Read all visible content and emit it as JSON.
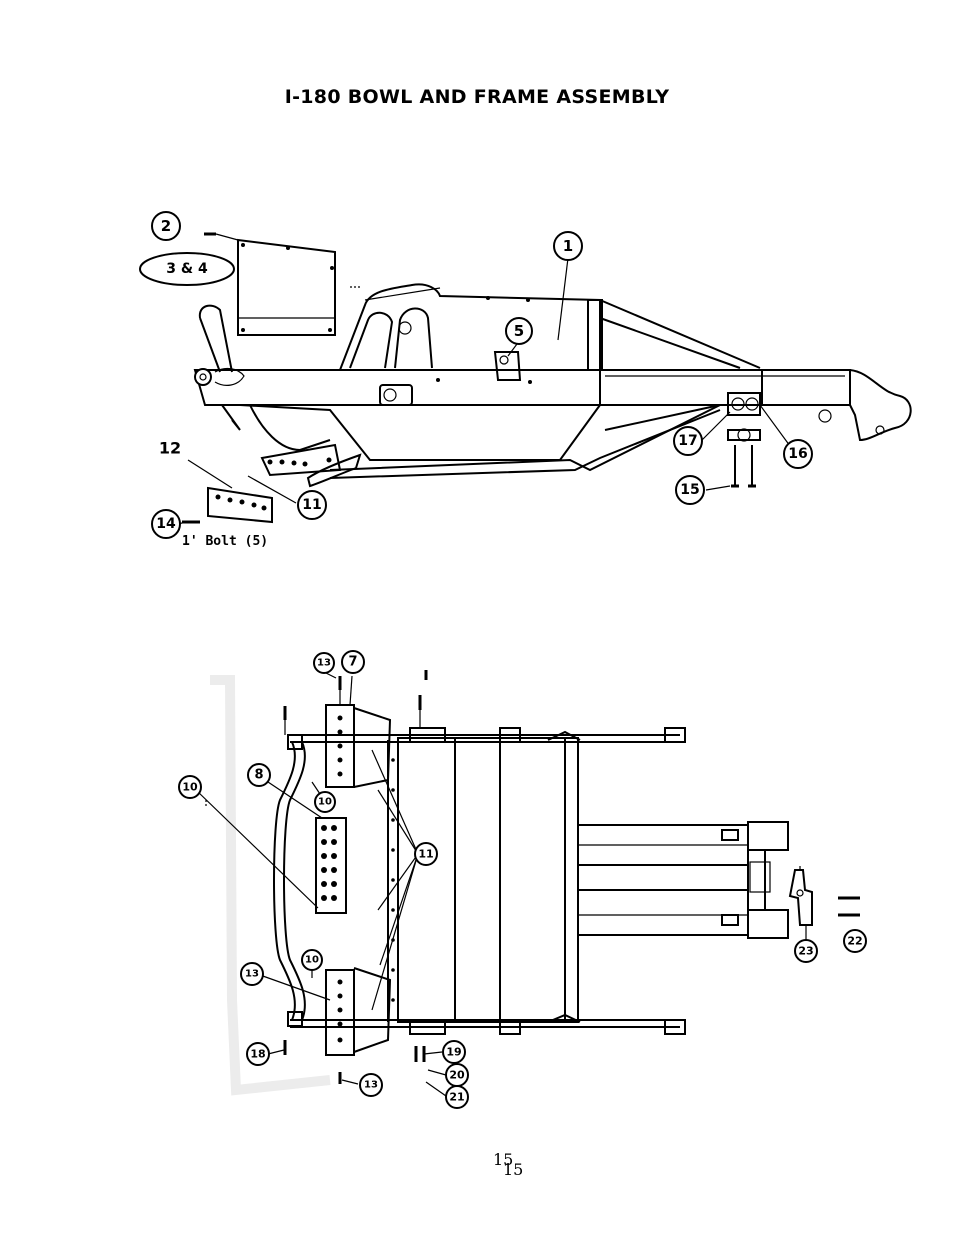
{
  "title": "I-180 BOWL AND FRAME ASSEMBLY",
  "side_view": {
    "callouts": [
      "1",
      "2",
      "3 & 4",
      "5",
      "11",
      "12",
      "14",
      "15",
      "16",
      "17"
    ],
    "bolt_note": "1' Bolt (5)"
  },
  "top_view": {
    "callouts": [
      "7",
      "8",
      "10",
      "10",
      "10",
      "11",
      "13",
      "13",
      "13",
      "18",
      "19",
      "20",
      "21",
      "22",
      "23"
    ]
  },
  "page_numbers": [
    "15",
    "15"
  ]
}
